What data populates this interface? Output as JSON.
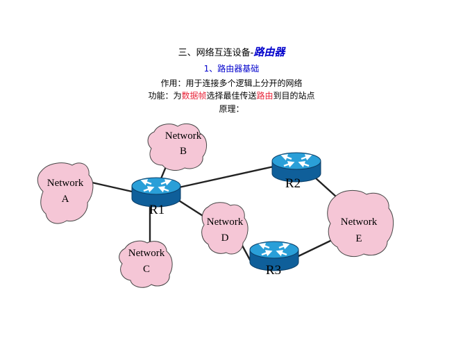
{
  "heading": {
    "prefix": "三、网络互连设备-",
    "highlight": "路由器"
  },
  "subheading": "1、路由器基础",
  "purpose": "作用：用于连接多个逻辑上分开的网络",
  "function_line": {
    "prefix": "功能：为",
    "term1": "数据帧",
    "middle": "选择最佳传送",
    "term2": "路由",
    "suffix": "到目的站点"
  },
  "principle": "原理：",
  "networks": [
    {
      "id": "A",
      "line1": "Network",
      "line2": "A"
    },
    {
      "id": "B",
      "line1": "Network",
      "line2": "B"
    },
    {
      "id": "C",
      "line1": "Network",
      "line2": "C"
    },
    {
      "id": "D",
      "line1": "Network",
      "line2": "D"
    },
    {
      "id": "E",
      "line1": "Network",
      "line2": "E"
    }
  ],
  "routers": [
    {
      "id": "R1",
      "label": "R1"
    },
    {
      "id": "R2",
      "label": "R2"
    },
    {
      "id": "R3",
      "label": "R3"
    }
  ],
  "links": [
    [
      "R1",
      "A"
    ],
    [
      "R1",
      "B"
    ],
    [
      "R1",
      "C"
    ],
    [
      "R1",
      "D"
    ],
    [
      "R1",
      "R2"
    ],
    [
      "R2",
      "E"
    ],
    [
      "D",
      "R3"
    ],
    [
      "R3",
      "E"
    ]
  ],
  "colors": {
    "cloud_fill": "#f5c6d6",
    "router_top": "#2a9fd8",
    "router_side": "#0f5f9a",
    "accent_blue": "#0000cc",
    "accent_red": "#e8253a"
  }
}
